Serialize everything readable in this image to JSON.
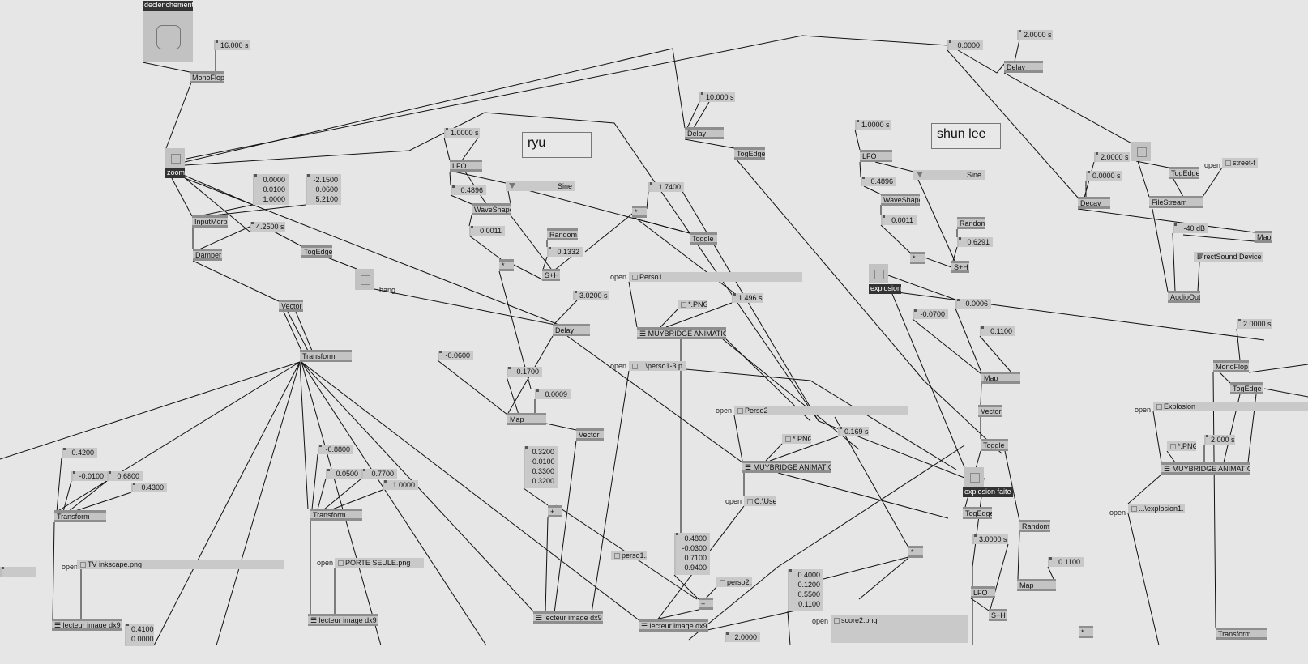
{
  "nodes": [
    {
      "id": "declench_lbl",
      "type": "darklabel",
      "text": "declenchement"
    },
    {
      "id": "declench",
      "type": "bigtoggle"
    },
    {
      "id": "t16",
      "type": "iobox",
      "text": "16.000 s"
    },
    {
      "id": "monoflop1",
      "type": "node",
      "text": "MonoFlop"
    },
    {
      "id": "zoom_t",
      "type": "toggle"
    },
    {
      "id": "zoom_lbl",
      "type": "darklabel",
      "text": "zoom"
    },
    {
      "id": "v3a",
      "type": "multi",
      "lines": [
        "0.0000",
        "0.0100",
        "1.0000"
      ]
    },
    {
      "id": "v3b",
      "type": "multi",
      "lines": [
        "-2.1500",
        "0.0600",
        "5.2100"
      ]
    },
    {
      "id": "inputmorph",
      "type": "node",
      "text": "InputMorph"
    },
    {
      "id": "t425",
      "type": "iobox",
      "text": "4.2500 s"
    },
    {
      "id": "togedge1",
      "type": "node",
      "text": "TogEdge"
    },
    {
      "id": "damper",
      "type": "node",
      "text": "Damper"
    },
    {
      "id": "bang_t",
      "type": "toggle"
    },
    {
      "id": "bang_lbl",
      "type": "label",
      "text": "bang"
    },
    {
      "id": "vector1",
      "type": "node",
      "text": "Vector"
    },
    {
      "id": "transform1",
      "type": "node",
      "text": "Transform"
    },
    {
      "id": "ryu",
      "type": "comment",
      "text": "ryu"
    },
    {
      "id": "lfo1_t",
      "type": "iobox",
      "text": "1.0000 s"
    },
    {
      "id": "lfo1",
      "type": "node",
      "text": "LFO"
    },
    {
      "id": "v4896a",
      "type": "iobox",
      "text": "0.4896"
    },
    {
      "id": "sine1",
      "type": "enum",
      "text": "Sine"
    },
    {
      "id": "wave1",
      "type": "node",
      "text": "WaveShaper"
    },
    {
      "id": "v0011a",
      "type": "iobox",
      "text": "0.0011"
    },
    {
      "id": "random1",
      "type": "node",
      "text": "Random"
    },
    {
      "id": "v1332",
      "type": "iobox",
      "text": "0.1332"
    },
    {
      "id": "mul1",
      "type": "node",
      "text": "*"
    },
    {
      "id": "sh1",
      "type": "node",
      "text": "S+H"
    },
    {
      "id": "t10",
      "type": "iobox",
      "text": "10.000 s"
    },
    {
      "id": "delay1",
      "type": "node",
      "text": "Delay"
    },
    {
      "id": "togedge2",
      "type": "node",
      "text": "TogEdge"
    },
    {
      "id": "v174",
      "type": "iobox",
      "text": "1.7400"
    },
    {
      "id": "mul2",
      "type": "node",
      "text": "*"
    },
    {
      "id": "toggle1",
      "type": "node",
      "text": "Toggle"
    },
    {
      "id": "open1",
      "type": "label",
      "text": "open"
    },
    {
      "id": "perso1",
      "type": "string",
      "text": "Perso1"
    },
    {
      "id": "png1",
      "type": "string",
      "text": "*.PNG"
    },
    {
      "id": "t1496",
      "type": "iobox",
      "text": "1.496 s"
    },
    {
      "id": "muy1",
      "type": "node",
      "text": "☰ MUYBRIDGE ANIMATION"
    },
    {
      "id": "t302",
      "type": "iobox",
      "text": "3.0200 s"
    },
    {
      "id": "delay2",
      "type": "node",
      "text": "Delay"
    },
    {
      "id": "open2",
      "type": "label",
      "text": "open"
    },
    {
      "id": "perso13",
      "type": "string",
      "text": "...\\perso1-3.p"
    },
    {
      "id": "vm06",
      "type": "iobox",
      "text": "-0.0600"
    },
    {
      "id": "v17",
      "type": "iobox",
      "text": "0.1700"
    },
    {
      "id": "v0009",
      "type": "iobox",
      "text": "0.0009"
    },
    {
      "id": "map1",
      "type": "node",
      "text": "Map"
    },
    {
      "id": "vector2",
      "type": "node",
      "text": "Vector"
    },
    {
      "id": "v4a",
      "type": "multi",
      "lines": [
        "0.3200",
        "-0.0100",
        "0.3300",
        "0.3200"
      ]
    },
    {
      "id": "plus1",
      "type": "node",
      "text": "+"
    },
    {
      "id": "lect1",
      "type": "node",
      "text": "☰ lecteur image dx9"
    },
    {
      "id": "shunlee",
      "type": "comment",
      "text": "shun lee"
    },
    {
      "id": "lfo2_t",
      "type": "iobox",
      "text": "1.0000 s"
    },
    {
      "id": "lfo2",
      "type": "node",
      "text": "LFO"
    },
    {
      "id": "v4896b",
      "type": "iobox",
      "text": "0.4896"
    },
    {
      "id": "sine2",
      "type": "enum",
      "text": "Sine"
    },
    {
      "id": "wave2",
      "type": "node",
      "text": "WaveShaper"
    },
    {
      "id": "v0011b",
      "type": "iobox",
      "text": "0.0011"
    },
    {
      "id": "random2",
      "type": "node",
      "text": "Random"
    },
    {
      "id": "v6291",
      "type": "iobox",
      "text": "0.6291"
    },
    {
      "id": "mul3",
      "type": "node",
      "text": "*"
    },
    {
      "id": "sh2",
      "type": "node",
      "text": "S+H"
    },
    {
      "id": "expl_t",
      "type": "toggle"
    },
    {
      "id": "expl_lbl",
      "type": "darklabel",
      "text": "explosion"
    },
    {
      "id": "v0006",
      "type": "iobox",
      "text": "0.0006"
    },
    {
      "id": "vm07",
      "type": "iobox",
      "text": "-0.0700"
    },
    {
      "id": "v11a",
      "type": "iobox",
      "text": "0.1100"
    },
    {
      "id": "map2",
      "type": "node",
      "text": "Map"
    },
    {
      "id": "vector3",
      "type": "node",
      "text": "Vector"
    },
    {
      "id": "toggle2",
      "type": "node",
      "text": "Toggle"
    },
    {
      "id": "explf_t",
      "type": "toggle"
    },
    {
      "id": "explf_lbl",
      "type": "darklabel",
      "text": "explosion faite"
    },
    {
      "id": "togedge3",
      "type": "node",
      "text": "TogEdge"
    },
    {
      "id": "random3",
      "type": "node",
      "text": "Random"
    },
    {
      "id": "t3",
      "type": "iobox",
      "text": "3.0000 s"
    },
    {
      "id": "v11b",
      "type": "iobox",
      "text": "0.1100"
    },
    {
      "id": "map3",
      "type": "node",
      "text": "Map"
    },
    {
      "id": "lfo3",
      "type": "node",
      "text": "LFO"
    },
    {
      "id": "sh3",
      "type": "node",
      "text": "S+H"
    },
    {
      "id": "mul4",
      "type": "node",
      "text": "*"
    },
    {
      "id": "open3",
      "type": "label",
      "text": "open"
    },
    {
      "id": "perso2",
      "type": "string",
      "text": "Perso2"
    },
    {
      "id": "png2",
      "type": "string",
      "text": "*.PNG"
    },
    {
      "id": "t169",
      "type": "iobox",
      "text": "0.169 s"
    },
    {
      "id": "muy2",
      "type": "node",
      "text": "☰ MUYBRIDGE ANIMATION"
    },
    {
      "id": "open4",
      "type": "label",
      "text": "open"
    },
    {
      "id": "cuse",
      "type": "string",
      "text": "C:\\Use"
    },
    {
      "id": "v4b",
      "type": "multi",
      "lines": [
        "0.4800",
        "-0.0300",
        "0.7100",
        "0.9400"
      ]
    },
    {
      "id": "perso1s",
      "type": "string",
      "text": "perso1...."
    },
    {
      "id": "perso2s",
      "type": "string",
      "text": "perso2...."
    },
    {
      "id": "plus2",
      "type": "node",
      "text": "+"
    },
    {
      "id": "v4c",
      "type": "multi",
      "lines": [
        "0.4000",
        "0.1200",
        "0.5500",
        "0.1100"
      ]
    },
    {
      "id": "lect2",
      "type": "node",
      "text": "☰ lecteur image dx9"
    },
    {
      "id": "v2b",
      "type": "iobox",
      "text": "2.0000"
    },
    {
      "id": "open5",
      "type": "label",
      "text": "open"
    },
    {
      "id": "score2",
      "type": "string",
      "text": "score2.png"
    },
    {
      "id": "v0000",
      "type": "iobox",
      "text": "0.0000"
    },
    {
      "id": "t2a",
      "type": "iobox",
      "text": "2.0000 s"
    },
    {
      "id": "delay3",
      "type": "node",
      "text": "Delay"
    },
    {
      "id": "audio_t",
      "type": "toggle"
    },
    {
      "id": "t2b",
      "type": "iobox",
      "text": "2.0000 s"
    },
    {
      "id": "t0s",
      "type": "iobox",
      "text": "0.0000 s"
    },
    {
      "id": "togedge4",
      "type": "node",
      "text": "TogEdge"
    },
    {
      "id": "open6",
      "type": "label",
      "text": "open"
    },
    {
      "id": "street",
      "type": "string",
      "text": "street-f"
    },
    {
      "id": "decay",
      "type": "node",
      "text": "Decay"
    },
    {
      "id": "filestream",
      "type": "node",
      "text": "FileStream"
    },
    {
      "id": "m40",
      "type": "iobox",
      "text": "-40 dB"
    },
    {
      "id": "map4",
      "type": "node",
      "text": "Map"
    },
    {
      "id": "dsound",
      "type": "enum",
      "text": "DirectSound Device"
    },
    {
      "id": "audioout",
      "type": "node",
      "text": "AudioOut"
    },
    {
      "id": "t2c",
      "type": "iobox",
      "text": "2.0000 s"
    },
    {
      "id": "monoflop2",
      "type": "node",
      "text": "MonoFlop"
    },
    {
      "id": "togedge5",
      "type": "node",
      "text": "TogEdge"
    },
    {
      "id": "open7",
      "type": "label",
      "text": "open"
    },
    {
      "id": "explosion_s",
      "type": "string",
      "text": "Explosion"
    },
    {
      "id": "png3",
      "type": "string",
      "text": "*.PNG"
    },
    {
      "id": "t2d",
      "type": "iobox",
      "text": "2.000 s"
    },
    {
      "id": "muy3",
      "type": "node",
      "text": "☰ MUYBRIDGE ANIMATION"
    },
    {
      "id": "open8",
      "type": "label",
      "text": "open"
    },
    {
      "id": "explosion1",
      "type": "string",
      "text": "...\\explosion1."
    },
    {
      "id": "transform4",
      "type": "node",
      "text": "Transform"
    },
    {
      "id": "mul5",
      "type": "node",
      "text": "*"
    },
    {
      "id": "v42",
      "type": "iobox",
      "text": "0.4200"
    },
    {
      "id": "vm01",
      "type": "iobox",
      "text": "-0.0100"
    },
    {
      "id": "v68",
      "type": "iobox",
      "text": "0.6800"
    },
    {
      "id": "v43",
      "type": "iobox",
      "text": "0.4300"
    },
    {
      "id": "transform2",
      "type": "node",
      "text": "Transform"
    },
    {
      "id": "open9",
      "type": "label",
      "text": "open"
    },
    {
      "id": "tvink",
      "type": "string",
      "text": "TV inkscape.png"
    },
    {
      "id": "leftbox",
      "type": "iobox",
      "text": ""
    },
    {
      "id": "lect3",
      "type": "node",
      "text": "☰ lecteur image dx9"
    },
    {
      "id": "v2c",
      "type": "multi",
      "lines": [
        "0.4100",
        "0.0000"
      ]
    },
    {
      "id": "vm88",
      "type": "iobox",
      "text": "-0.8800"
    },
    {
      "id": "v05",
      "type": "iobox",
      "text": "0.0500"
    },
    {
      "id": "v77",
      "type": "iobox",
      "text": "0.7700"
    },
    {
      "id": "v1",
      "type": "iobox",
      "text": "1.0000"
    },
    {
      "id": "transform3",
      "type": "node",
      "text": "Transform"
    },
    {
      "id": "open10",
      "type": "label",
      "text": "open"
    },
    {
      "id": "porte",
      "type": "string",
      "text": "PORTE SEULE.png"
    },
    {
      "id": "lect4",
      "type": "node",
      "text": "☰ lecteur image dx9"
    }
  ]
}
